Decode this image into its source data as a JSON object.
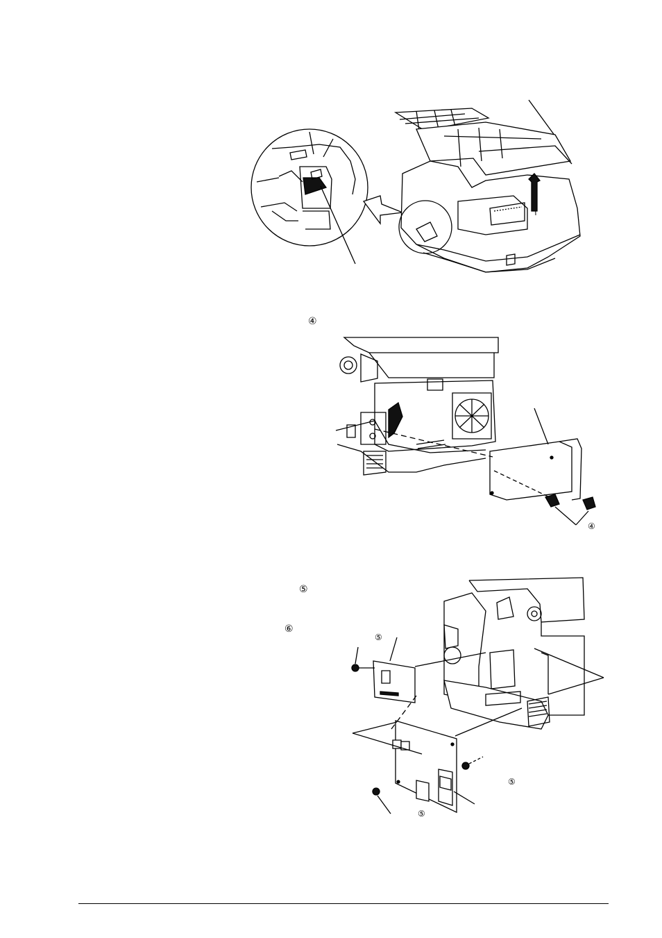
{
  "page": {
    "callouts": {
      "step4_text": "④",
      "step4_fig": "④",
      "step5_text": "⑤",
      "step6_text": "⑥",
      "step5_fig_top": "⑤",
      "step5_fig_right": "⑤",
      "step5_fig_bottom": "⑤"
    }
  }
}
